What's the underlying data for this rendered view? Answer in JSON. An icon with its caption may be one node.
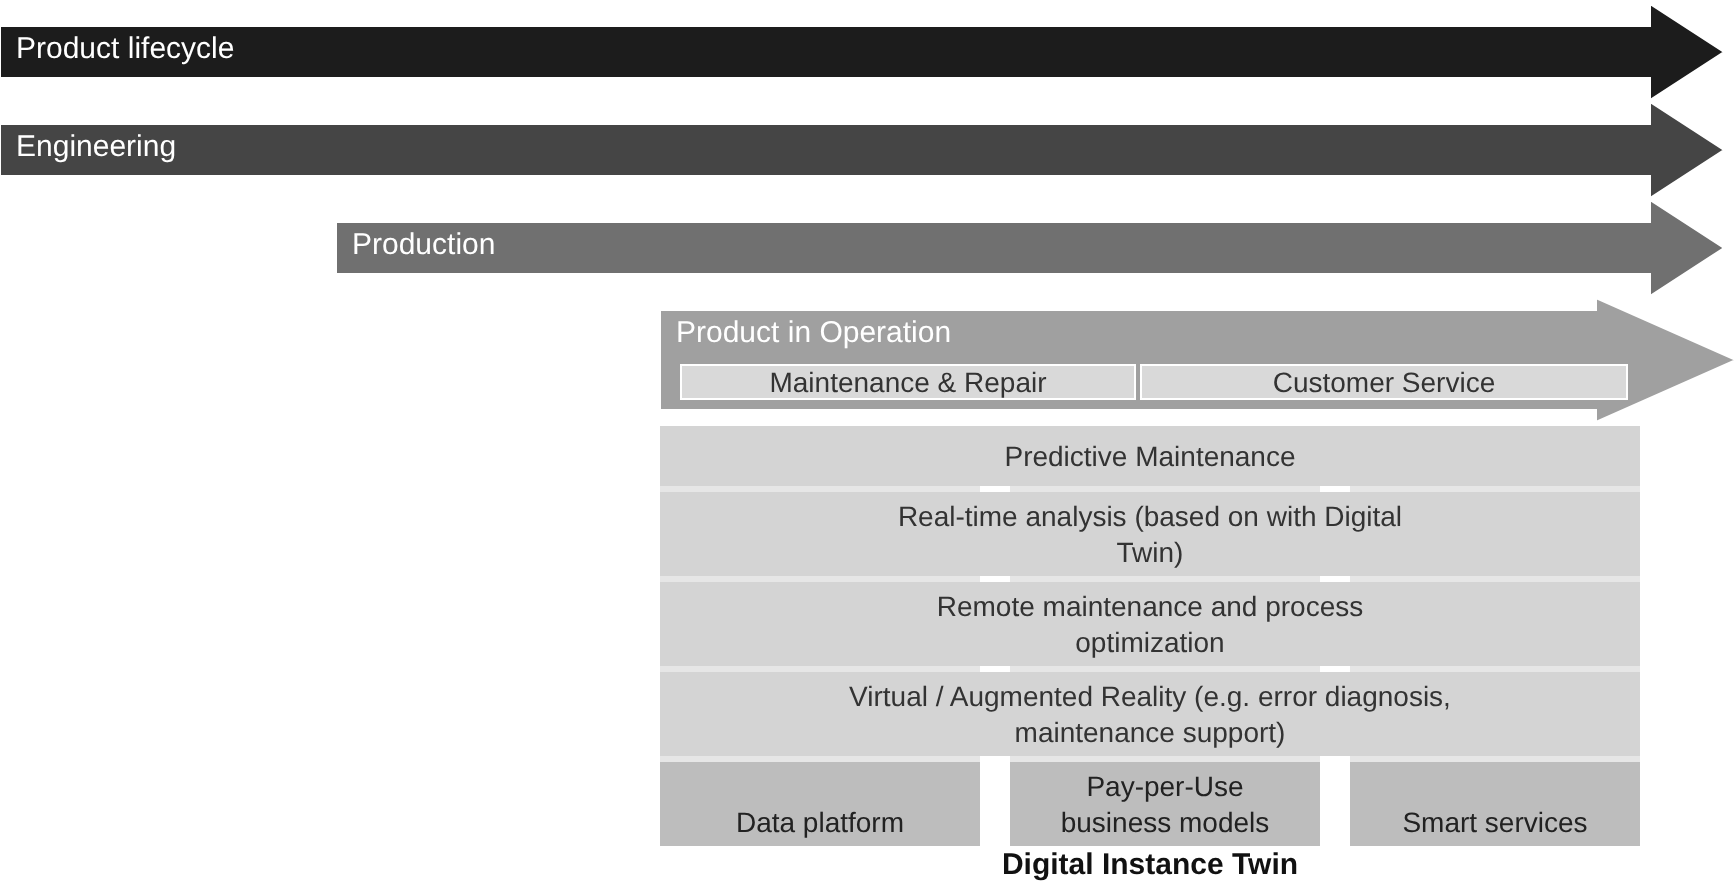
{
  "diagram": {
    "nodes": [
      {
        "text": [
          "Product lifecycle"
        ]
      },
      {
        "text": [
          "Engineering"
        ]
      },
      {
        "text": [
          "Production"
        ]
      },
      {
        "text": [
          "Product in Operation"
        ]
      },
      {
        "text": [
          "Maintenance & Repair"
        ],
        "in": 3
      },
      {
        "text": [
          "Customer Service"
        ],
        "in": 3
      },
      {
        "text": [
          "Predictive Maintenance"
        ]
      },
      {
        "text": [
          "Real-time analysis (based on with Digital Twin)"
        ]
      },
      {
        "text": [
          "Remote maintenance and process optimization"
        ]
      },
      {
        "text": [
          "Virtual / Augmented Reality (e.g. error diagnosis, maintenance support)"
        ]
      },
      {
        "text": [
          "Data platform"
        ]
      },
      {
        "text": [
          "Pay-per-Use business models"
        ]
      },
      {
        "text": [
          "Smart services"
        ]
      }
    ],
    "caption": "Digital Instance Twin"
  }
}
